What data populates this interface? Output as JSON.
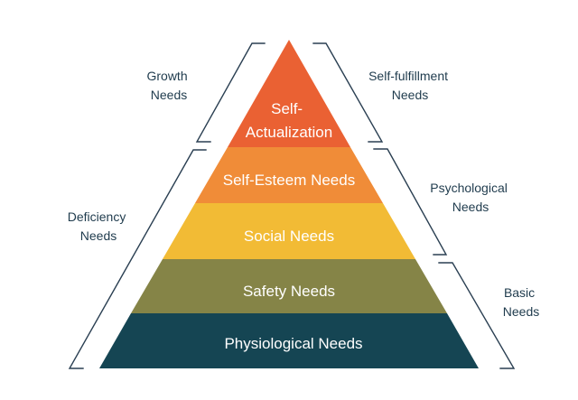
{
  "tiers": [
    {
      "line1": "Self-",
      "line2": "Actualization",
      "color": "#ea6133"
    },
    {
      "label": "Self-Esteem Needs",
      "color": "#f08c38"
    },
    {
      "label": "Social Needs",
      "color": "#f2bb35"
    },
    {
      "label": "Safety Needs",
      "color": "#858447"
    },
    {
      "label": "Physiological Needs",
      "color": "#154553"
    }
  ],
  "left_groups": {
    "growth": {
      "line1": "Growth",
      "line2": "Needs"
    },
    "deficiency": {
      "line1": "Deficiency",
      "line2": "Needs"
    }
  },
  "right_groups": {
    "self_fulfillment": {
      "line1": "Self-fulfillment",
      "line2": "Needs"
    },
    "psychological": {
      "line1": "Psychological",
      "line2": "Needs"
    },
    "basic": {
      "line1": "Basic",
      "line2": "Needs"
    }
  },
  "colors": {
    "bracket": "#2a3f52",
    "side_text": "#1f3b4d",
    "tier_text": "#ffffff"
  }
}
